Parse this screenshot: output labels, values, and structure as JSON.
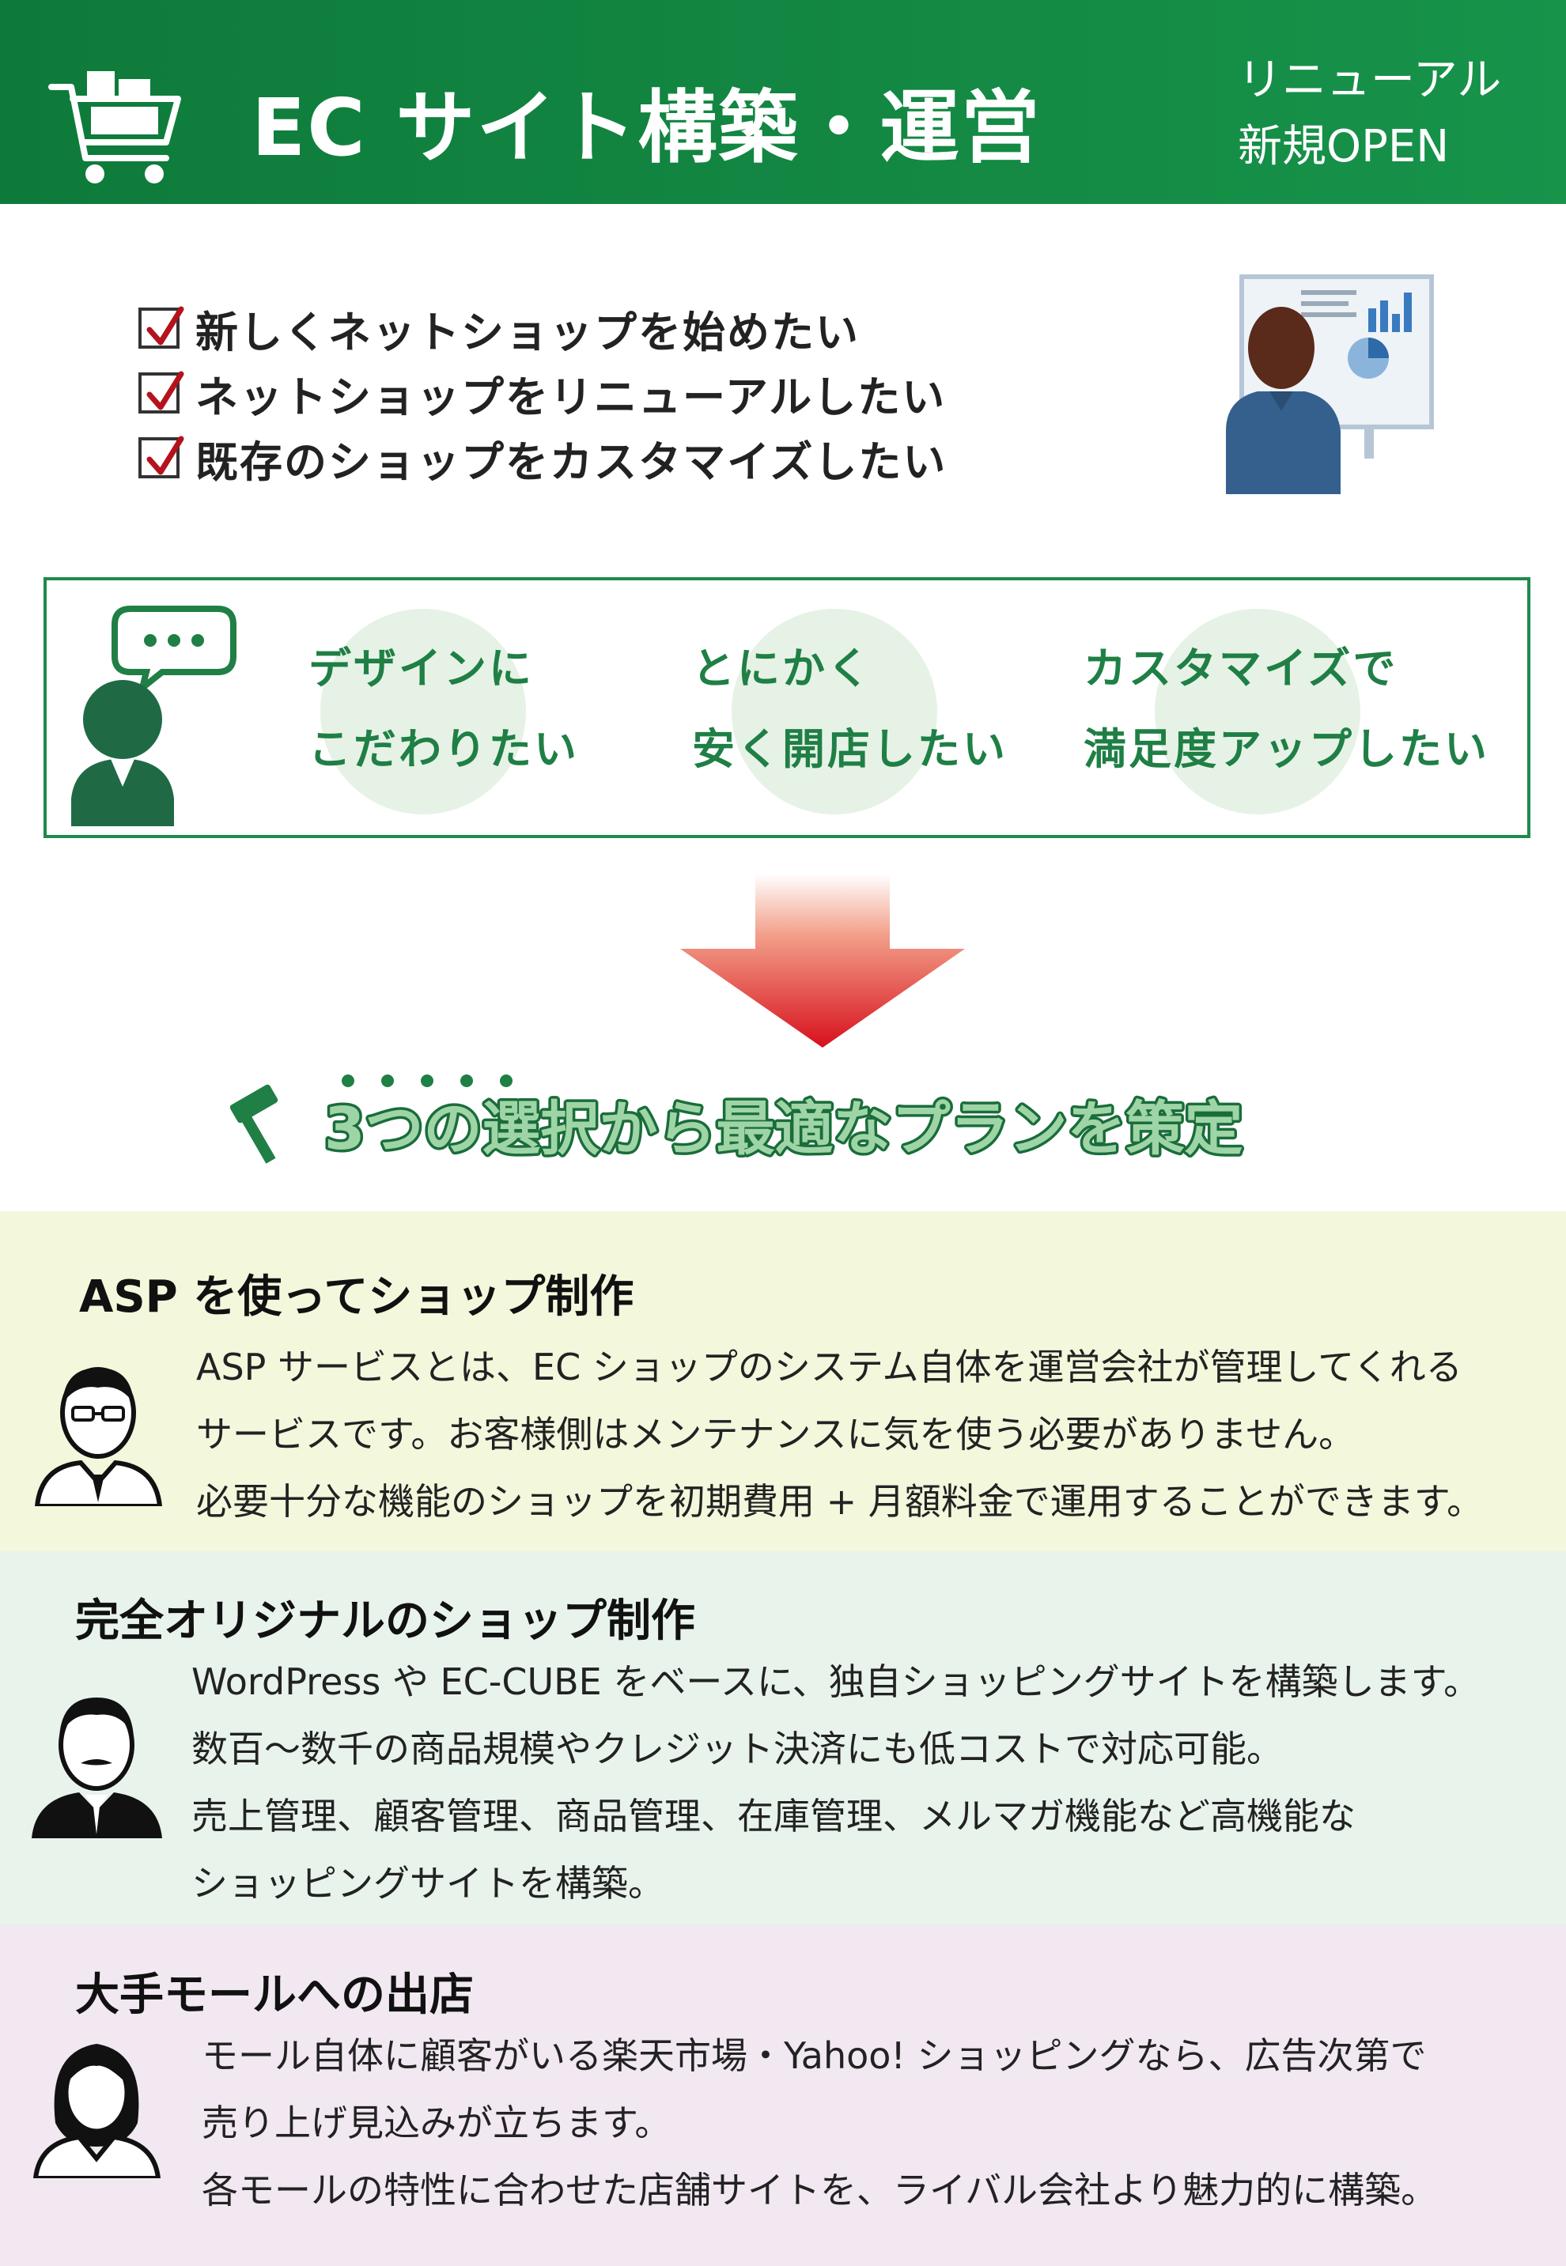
{
  "header": {
    "title": "EC サイト構築・運営",
    "sub_line1": "リニューアル",
    "sub_line2": "新規OPEN"
  },
  "checklist": [
    "新しくネットショップを始めたい",
    "ネットショップをリニューアルしたい",
    "既存のショップをカスタマイズしたい"
  ],
  "wishes": [
    {
      "line1": "デザインに",
      "line2": "こだわりたい"
    },
    {
      "line1": "とにかく",
      "line2": "安く開店したい"
    },
    {
      "line1": "カスタマイズで",
      "line2": "満足度アップしたい"
    }
  ],
  "plan_heading": "3つの選択から最適なプランを策定",
  "colors": {
    "brand_green": "#17934a",
    "accent_red": "#d01c1c",
    "section1_bg": "#f3f7dc",
    "section2_bg": "#e8f3ec",
    "section3_bg": "#f1e8f1"
  },
  "plans": [
    {
      "title": "ASP を使ってショップ制作",
      "lines": [
        "ASP サービスとは、EC ショップのシステム自体を運営会社が管理してくれる",
        "サービスです。お客様側はメンテナンスに気を使う必要がありません。",
        "必要十分な機能のショップを初期費用 + 月額料金で運用することができます。"
      ]
    },
    {
      "title": "完全オリジナルのショップ制作",
      "lines": [
        "WordPress や EC-CUBE をベースに、独自ショッピングサイトを構築します。",
        "数百〜数千の商品規模やクレジット決済にも低コストで対応可能。",
        "売上管理、顧客管理、商品管理、在庫管理、メルマガ機能など高機能な",
        "ショッピングサイトを構築。"
      ]
    },
    {
      "title": "大手モールへの出店",
      "lines": [
        "モール自体に顧客がいる楽天市場・Yahoo! ショッピングなら、広告次第で",
        "売り上げ見込みが立ちます。",
        "各モールの特性に合わせた店舗サイトを、ライバル会社より魅力的に構築。"
      ]
    }
  ]
}
